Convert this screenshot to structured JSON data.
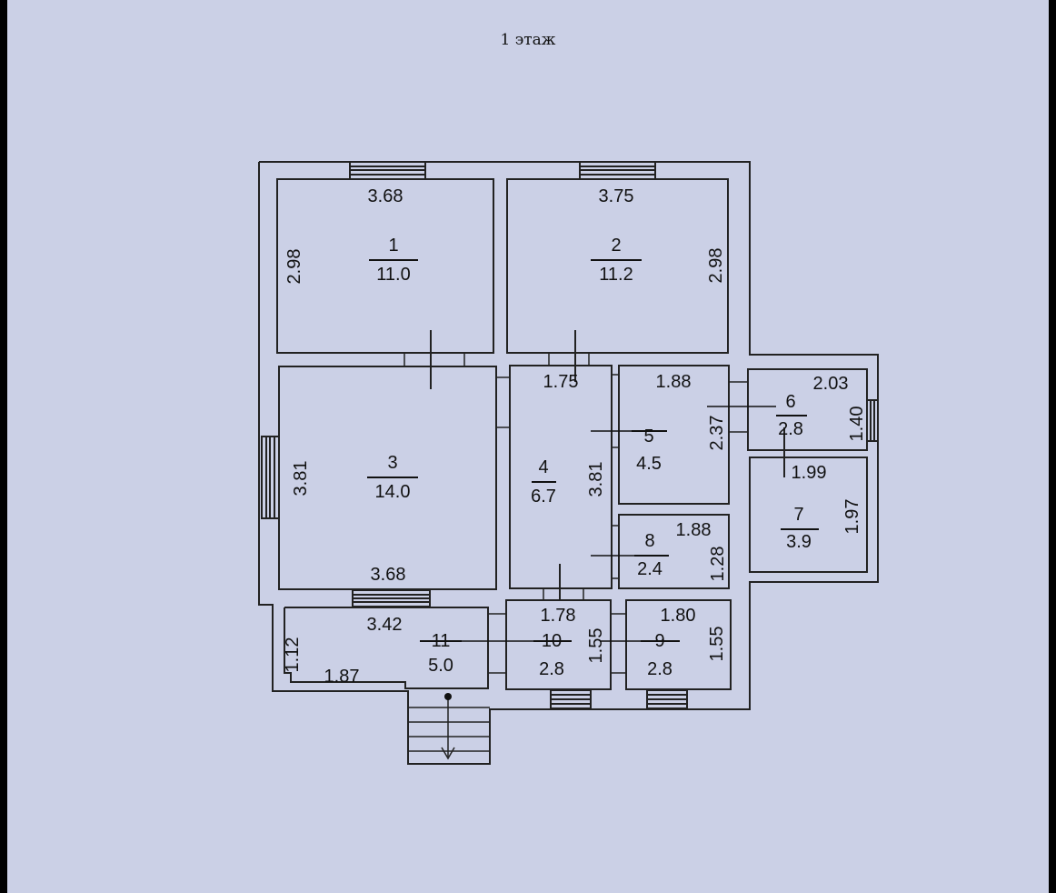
{
  "title": "1 этаж",
  "rooms": [
    {
      "id": "1",
      "area": "11.0"
    },
    {
      "id": "2",
      "area": "11.2"
    },
    {
      "id": "3",
      "area": "14.0"
    },
    {
      "id": "4",
      "area": "6.7"
    },
    {
      "id": "5",
      "area": "4.5"
    },
    {
      "id": "6",
      "area": "2.8"
    },
    {
      "id": "7",
      "area": "3.9"
    },
    {
      "id": "8",
      "area": "2.4"
    },
    {
      "id": "9",
      "area": "2.8"
    },
    {
      "id": "10",
      "area": "2.8"
    },
    {
      "id": "11",
      "area": "5.0"
    }
  ],
  "dims": {
    "r1_top": "3.68",
    "r1_left": "2.98",
    "r2_top": "3.75",
    "r2_right": "2.98",
    "r3_left": "3.81",
    "r3_bottom": "3.68",
    "r4_top": "1.75",
    "r4_right": "3.81",
    "r4_bottom": "1.78",
    "r5_top": "1.88",
    "r5_left": "2.37",
    "r6_top": "2.03",
    "r6_right": "1.40",
    "r7_top": "1.99",
    "r7_right": "1.97",
    "r8_top": "1.88",
    "r8_right": "1.28",
    "r9_top": "1.80",
    "r9_right": "1.55",
    "r10_right": "1.55",
    "r11_top": "3.42",
    "r11_left": "1.12",
    "r11_bottom": "1.87"
  }
}
